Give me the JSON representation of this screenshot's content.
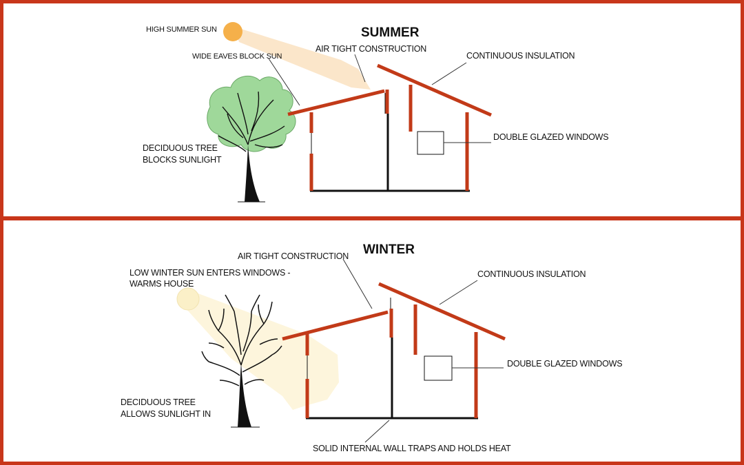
{
  "summer": {
    "title": "SUMMER",
    "sun_label": "HIGH SUMMER SUN",
    "eaves_label": "WIDE EAVES BLOCK SUN",
    "airtight_label": "AIR TIGHT CONSTRUCTION",
    "insulation_label": "CONTINUOUS INSULATION",
    "windows_label": "DOUBLE GLAZED WINDOWS",
    "tree_label_line1": "DECIDUOUS TREE",
    "tree_label_line2": "BLOCKS SUNLIGHT"
  },
  "winter": {
    "title": "WINTER",
    "sun_label_line1": "LOW WINTER SUN ENTERS WINDOWS -",
    "sun_label_line2": "WARMS HOUSE",
    "airtight_label": "AIR TIGHT CONSTRUCTION",
    "insulation_label": "CONTINUOUS INSULATION",
    "windows_label": "DOUBLE GLAZED WINDOWS",
    "tree_label_line1": "DECIDUOUS TREE",
    "tree_label_line2": "ALLOWS SUNLIGHT IN",
    "wall_label": "SOLID INTERNAL WALL TRAPS AND HOLDS HEAT"
  },
  "colors": {
    "frame": "#c8361a",
    "insulation": "#c23a18",
    "summer_sun": "#f5b04a",
    "summer_beam": "#fbe3c4",
    "winter_sun": "#fbf0c8",
    "winter_beam": "#fdf5dc",
    "foliage": "#9fd89a"
  }
}
